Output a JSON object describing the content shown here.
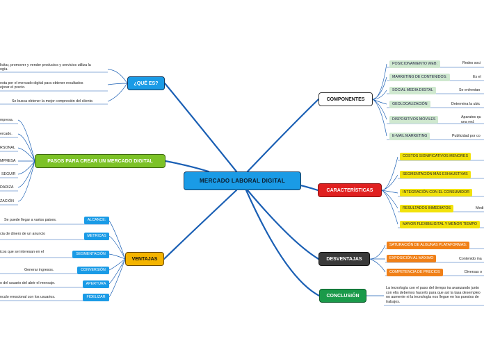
{
  "center": {
    "title": "MERCADO LABORAL DIGITAL"
  },
  "componentes": {
    "title": "COMPONENTES",
    "items": [
      {
        "label": "POSICIONAMIENTO WEB:",
        "desc": "Redes soci"
      },
      {
        "label": "MARKETING DE CONTENIDOS:",
        "desc": "Es el"
      },
      {
        "label": "SOCIAL MEDIA DIGITAL",
        "desc": "Se enfrentan"
      },
      {
        "label": "GEOLOCALIZACIÓN",
        "desc": "Determina la ubic"
      },
      {
        "label": "DISPOSITIVOS MÓVILES",
        "desc": "Aparatos qu",
        "desc2": "una red."
      },
      {
        "label": "E-MAIL MARKETING",
        "desc": "Publicidad por co"
      }
    ]
  },
  "caracteristicas": {
    "title": "CARACTERÍSTICAS",
    "items": [
      {
        "label": "COSTOS SIGNIFICATIVOS MENORES"
      },
      {
        "label": "SEGMENTACIÓN MÁS EXHAUSTIVAS"
      },
      {
        "label": "INTEGRACIÓN CON EL CONSUMIDOR"
      },
      {
        "label": "RESULTADOS INMEDIATOS",
        "desc": "Medi"
      },
      {
        "label": "MAYOR FLEXIBILIGITAL Y MENOR TIEMPO"
      }
    ]
  },
  "desventajas": {
    "title": "DESVENTAJAS",
    "items": [
      {
        "label": "SATURACIÓN DE ALGUNAS PLATAFORMAS:"
      },
      {
        "label": "EXPOSICIÓN AL MÁXIMO",
        "desc": "Contenido ina"
      },
      {
        "label": "COMPETENCIA DE PRECIOS",
        "desc": "Diversas o"
      }
    ]
  },
  "conclusion": {
    "title": "CONCLUSIÓN",
    "text": "La tecnología con el paso del tiempo ira avanzando junto con ella debemos hacerlo para que así la tasa desempleo no aumente ni la tecnología nos llegue en los puestos de trabajos."
  },
  "que_es": {
    "title": "¿QUÉ ES?",
    "items": [
      {
        "text": "licitar, promover y vender productos y servicios utiliza la",
        "text2": "ogía."
      },
      {
        "text": "esta por el mercado digital para obtener resultados",
        "text2": "ejorar el precio."
      },
      {
        "text": "Se busca obtener la mejor compresión del cliente."
      }
    ]
  },
  "pasos": {
    "title": "PASOS PARA CREAR UN MERCADO DIGITAL",
    "items": [
      {
        "text": "mpresa."
      },
      {
        "text": "ercado."
      },
      {
        "text": "RSONAL"
      },
      {
        "text": "MPRESA"
      },
      {
        "text": "SEGUIR"
      },
      {
        "text": "DARIZA"
      },
      {
        "text": "ZACIÓN"
      }
    ]
  },
  "ventajas": {
    "title": "VENTAJAS",
    "items": [
      {
        "label": "ALCANCE:",
        "desc": "Se puede llegar a varios paises."
      },
      {
        "label": "METRICAS",
        "desc": "cia de dinero de un anuncio"
      },
      {
        "label": "SEGMENTACIÓN",
        "desc": "icos que se interesan en el"
      },
      {
        "label": "CONVERSIÓN",
        "desc": "Generar ingresos."
      },
      {
        "label": "APERTURA",
        "desc": "o del usuario del abrir el mensaje."
      },
      {
        "label": "FIDELIZAR",
        "desc": "nculo emocional con los usuarios."
      }
    ]
  }
}
